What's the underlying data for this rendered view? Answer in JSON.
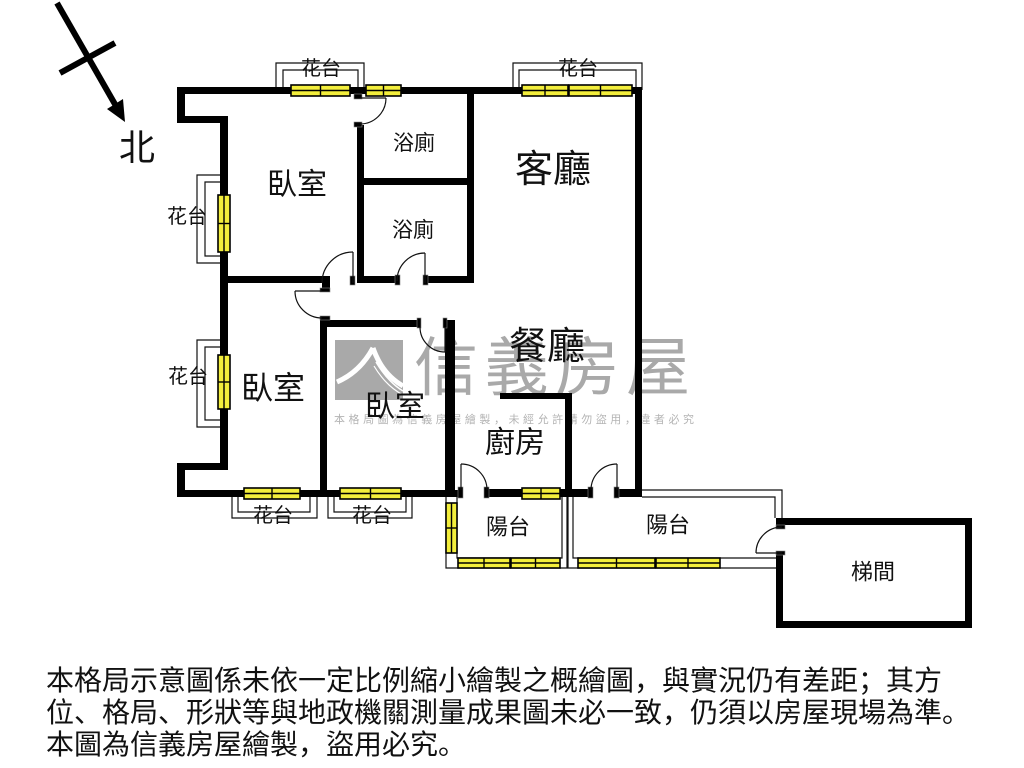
{
  "compass": {
    "north_label": "北"
  },
  "rooms": {
    "bedroom_north": "臥室",
    "bedroom_west": "臥室",
    "bedroom_center": "臥室",
    "bathroom_1": "浴廁",
    "bathroom_2": "浴廁",
    "living_room": "客廳",
    "dining_room": "餐廳",
    "kitchen": "廚房",
    "balcony_1": "陽台",
    "balcony_2": "陽台",
    "stairwell": "梯間"
  },
  "planters": [
    "花台",
    "花台",
    "花台",
    "花台",
    "花台",
    "花台"
  ],
  "watermark": {
    "brand": "信義房屋",
    "notice": "本格局圖為信義房屋繪製，未經允許請勿盜用，違者必究"
  },
  "disclaimer": {
    "lines": [
      "本格局示意圖係未依一定比例縮小繪製之概繪圖，與實況仍有差距；其方",
      "位、格局、形狀等與地政機關測量成果圖未必一致，仍須以房屋現場為準。",
      "本圖為信義房屋繪製，盜用必究。"
    ]
  },
  "colors": {
    "wall": "#000000",
    "glass": "#f3ee3c",
    "wm": "#a9a9a9",
    "bg": "#ffffff"
  }
}
